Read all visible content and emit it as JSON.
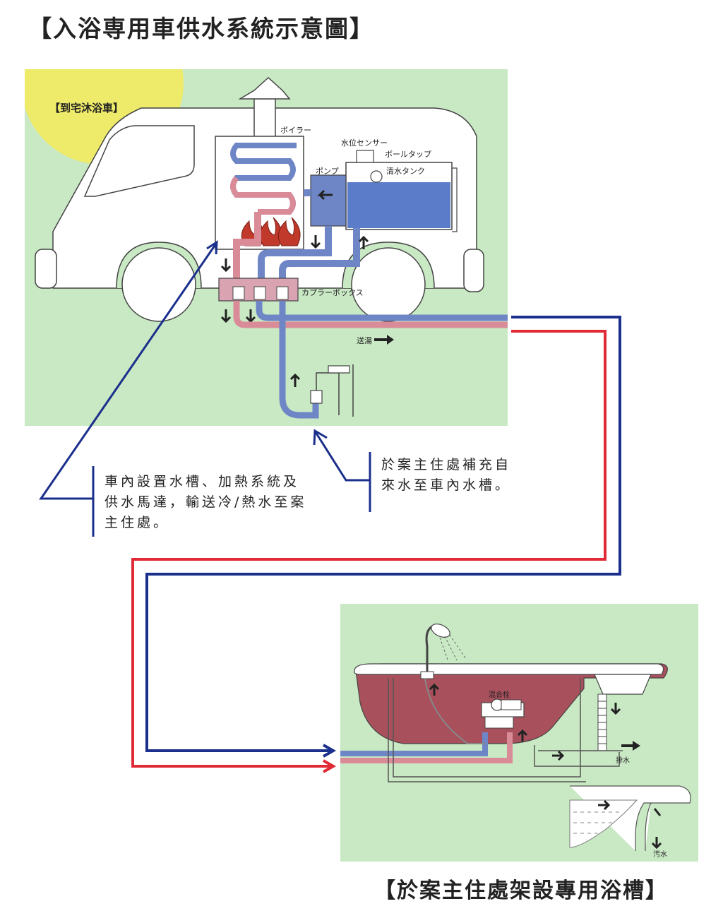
{
  "title": "【入浴専用車供水系統示意圖】",
  "bottom_title": "【於案主住處架設專用浴槽】",
  "truck_panel": {
    "badge": "【到宅沐浴車】",
    "labels": {
      "boiler": "ボイラー",
      "water_level_sensor": "水位センサー",
      "ball_tap": "ボールタップ",
      "pump": "ポンプ",
      "clean_water_tank": "清水タンク",
      "coupler_box": "カプラーボックス",
      "hot_water_supply": "送湯"
    }
  },
  "notes": {
    "truck_note": "車內設置水槽、加熱系統及供水馬達，輸送冷/熱水至案主住處。",
    "home_note": "於案主住處補充自來水至車內水槽。"
  },
  "bath_panel": {
    "labels": {
      "mixing_faucet": "混合栓",
      "drain": "排水",
      "waste_water": "汚水"
    }
  },
  "colors": {
    "cold_line": "#1b2f8c",
    "hot_line": "#e02a36",
    "panel_bg": "#c9e8c4",
    "pipe_blue": "#6f86c6",
    "pipe_red": "#d98c98",
    "tank_water": "#5b7cc8",
    "flame": "#c0392b",
    "tub": "#a8505c",
    "badge_bg": "#efeb6a"
  }
}
